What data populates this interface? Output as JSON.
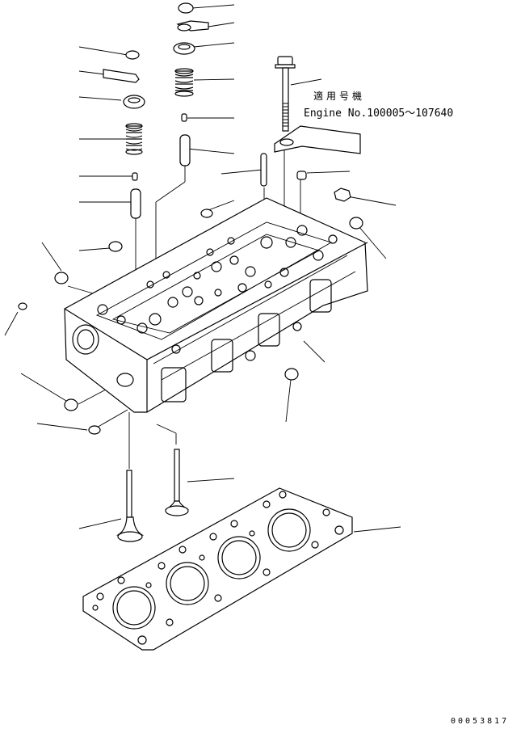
{
  "applicability": {
    "title": "適用号機",
    "range": "Engine No.100005～107640"
  },
  "drawing_number": "00053817",
  "parts": [
    "valve-cap",
    "rocker-clip",
    "spring-retainer",
    "valve-spring",
    "valve-stem-seal",
    "valve-guide",
    "head-bolt",
    "bolt-washer",
    "dowel-pin",
    "expansion-plug",
    "cylinder-head",
    "intake-valve",
    "exhaust-valve",
    "head-gasket"
  ]
}
